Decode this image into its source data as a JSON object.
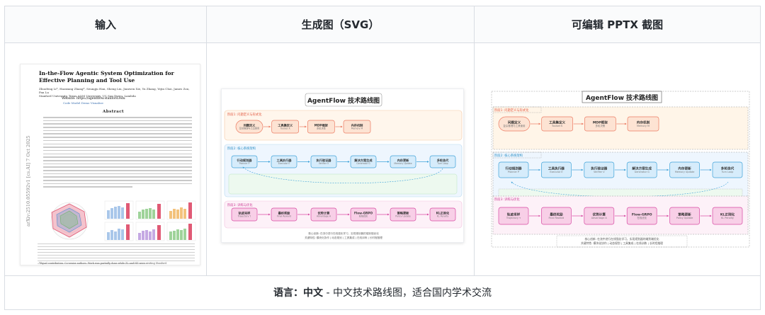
{
  "headers": {
    "input": "输入",
    "svg": "生成图（SVG）",
    "pptx": "可编辑 PPTX 截图"
  },
  "footer": {
    "label": "语言：",
    "lang": "中文",
    "desc": " - 中文技术路线图，适合国内学术交流"
  },
  "paper": {
    "arxiv_id": "arXiv:2510.05592v1  [cs.AI]  7 Oct 2025",
    "title_line1": "In-the-Flow Agentic System Optimization for",
    "title_line2": "Effective Planning and Tool Use",
    "authors": "Zhuofeng Li*, Haoxiang Zhang*, Seungju Han, Sheng Liu, Jianwen Xie, Yu Zhang, Yejin Choi, James Zou, Pan Lu",
    "affiliations": "Stanford University, Texas A&M University, UC San Diego, Lambda",
    "website": "Website: https://agentflow.stanford.edu",
    "links": "Code   Model   Demo   Visualize",
    "abstract_heading": "Abstract",
    "footnote": "*Equal contribution.  Co-senior authors. Work was partially done while ZL and HZ were visiting Stanford."
  },
  "svg_panel": {
    "title": "AgentFlow 技术路线图",
    "stage1": "阶段1: 问题定义与形式化",
    "stage2": "阶段2: 核心系统架构",
    "stage3": "阶段3: 训练与优化",
    "row1": [
      {
        "t": "问题定义",
        "s": "复杂推理与工具使用"
      },
      {
        "t": "工具集定义",
        "s": "Toolset K"
      },
      {
        "t": "MDP框架",
        "s": "多轮决策"
      },
      {
        "t": "内存机制",
        "s": "Memory M"
      }
    ],
    "row2": [
      {
        "t": "行动规划器",
        "s": "Planner P"
      },
      {
        "t": "工具执行器",
        "s": "Executor E"
      },
      {
        "t": "执行验证器",
        "s": "Verifier V"
      },
      {
        "t": "解决方案生成",
        "s": "Generator G"
      },
      {
        "t": "内存更新",
        "s": "Memory Update"
      },
      {
        "t": "多轮迭代",
        "s": "Turn Loop"
      }
    ],
    "row3": [
      {
        "t": "轨迹采样",
        "s": "Trajectory τ"
      },
      {
        "t": "最终奖励",
        "s": "Final Reward"
      },
      {
        "t": "优势计算",
        "s": "Advantage A"
      },
      {
        "t": "Flow-GRPO",
        "s": "在线优化"
      },
      {
        "t": "策略更新",
        "s": "Policy Update"
      },
      {
        "t": "KL正则化",
        "s": "KL Penalty"
      }
    ],
    "note1": "核心创新: 在流中进行在线强化学习，实现规划器的端到端优化",
    "note2": "关键特性: 模块化协作 | 动态规划 | 工具集成 | 在线训练 | 长时程推理"
  },
  "ppt_panel": {
    "title": "AgentFlow 技术路线图",
    "stage1": "阶段1: 问题定义与形式化",
    "stage2": "阶段2: 核心系统架构",
    "stage3": "阶段3: 训练与优化",
    "note1": "核心创新: 在流中进行在线强化学习，实现规划器的端到端优化",
    "note2": "关键特性: 模块化协作 | 动态规划 | 工具集成 | 在线训练 | 长时程推理"
  },
  "colors": {
    "stage1_bg": "#fff5ea",
    "stage1_node": "#fde3d3",
    "stage1_border": "#ec7b62",
    "stage2_bg": "#eef6ff",
    "stage2_node": "#d6ecfb",
    "stage2_border": "#3fa3d9",
    "stage2b_bg": "#edf9ef",
    "stage3_bg": "#fdf0f8",
    "stage3_node": "#f8cfe7",
    "stage3_border": "#d84aa3"
  }
}
